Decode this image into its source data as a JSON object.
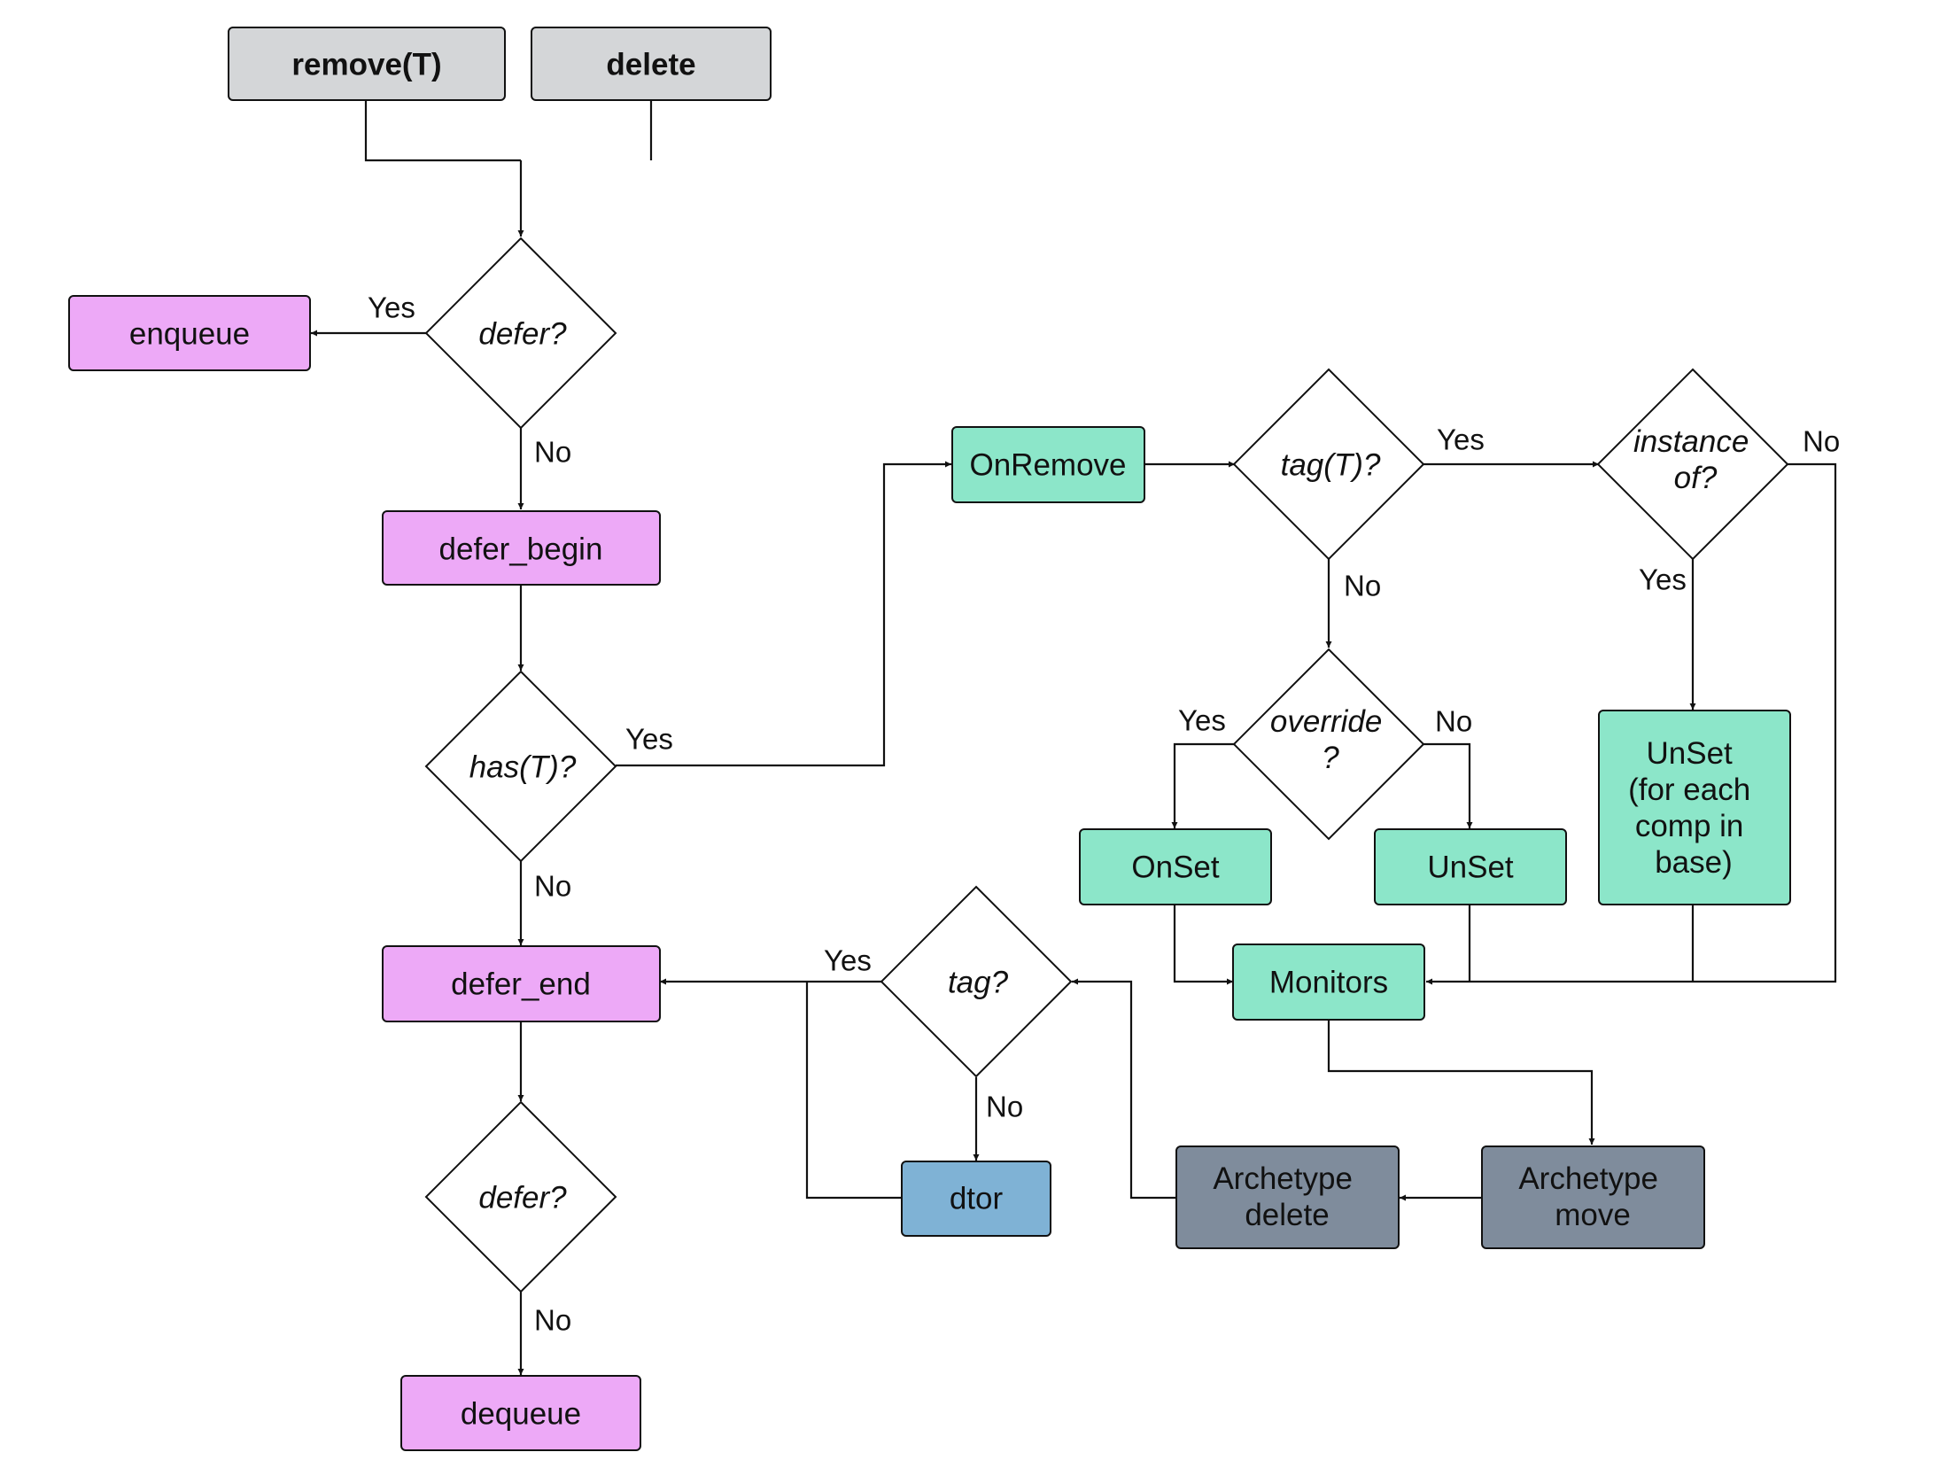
{
  "colors": {
    "gray": "#d4d6d8",
    "pink": "#eda9f7",
    "teal": "#8ce6c9",
    "blue": "#7fb2d5",
    "slate": "#7f8c9c",
    "diamond": "#ffffff",
    "line": "#111111"
  },
  "nodes": {
    "remove_t": "remove(T)",
    "delete": "delete",
    "defer_q1": "defer?",
    "enqueue": "enqueue",
    "defer_begin": "defer_begin",
    "has_t": "has(T)?",
    "defer_end": "defer_end",
    "defer_q2": "defer?",
    "dequeue": "dequeue",
    "on_remove": "OnRemove",
    "tag_t": "tag(T)?",
    "instance_of": [
      "instance",
      "of?"
    ],
    "override": [
      "override",
      "?"
    ],
    "on_set": "OnSet",
    "unset": "UnSet",
    "unset_base": [
      "UnSet",
      "(for each",
      "comp in",
      "base)"
    ],
    "monitors": "Monitors",
    "tag_q": "tag?",
    "dtor": "dtor",
    "archetype_delete": [
      "Archetype",
      "delete"
    ],
    "archetype_move": [
      "Archetype",
      "move"
    ]
  },
  "edge_labels": {
    "defer1_yes": "Yes",
    "defer1_no": "No",
    "has_yes": "Yes",
    "has_no": "No",
    "defer2_no": "No",
    "tagT_yes": "Yes",
    "tagT_no": "No",
    "instance_no": "No",
    "instance_yes": "Yes",
    "override_yes": "Yes",
    "override_no": "No",
    "tag_yes": "Yes",
    "tag_no": "No"
  }
}
